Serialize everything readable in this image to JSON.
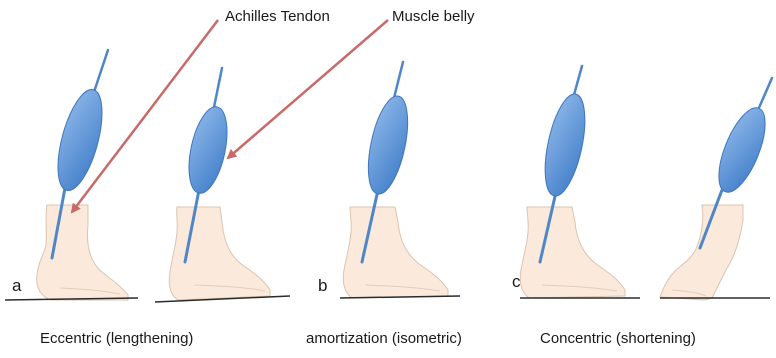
{
  "callouts": {
    "achilles_tendon": "Achilles Tendon",
    "muscle_belly": "Muscle belly"
  },
  "panel_letters": {
    "a": "a",
    "b": "b",
    "c": "c"
  },
  "captions": {
    "eccentric": "Eccentric (lengthening)",
    "amortization": "amortization (isometric)",
    "concentric": "Concentric (shortening)"
  },
  "colors": {
    "muscle_fill": "#5b93d6",
    "muscle_stroke": "#3e76bd",
    "tendon": "#4f86c7",
    "foot_fill": "#fbeadb",
    "foot_stroke": "#d9c4b0",
    "ground": "#2b2b2b",
    "arrow": "#c96a6a"
  }
}
